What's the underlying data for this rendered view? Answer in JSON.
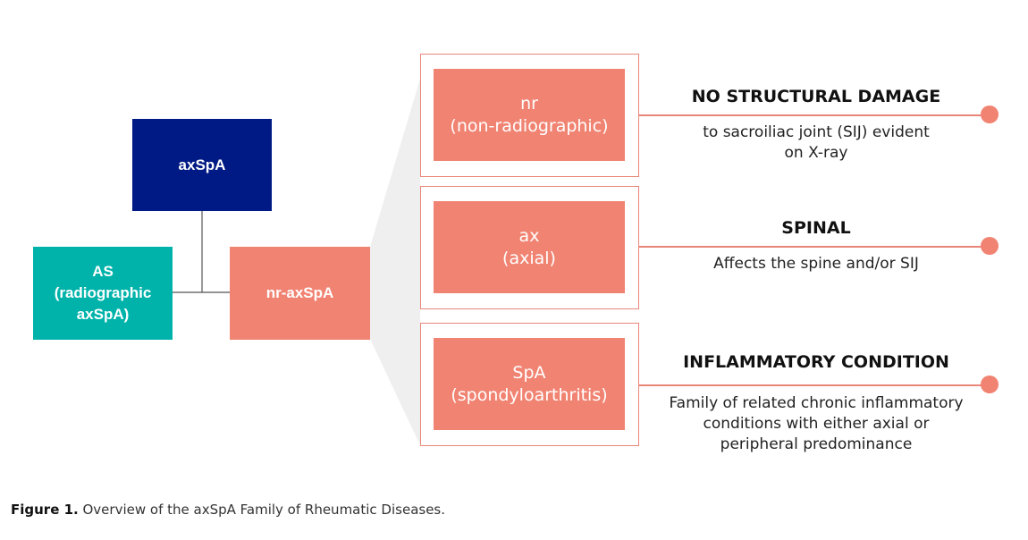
{
  "colors": {
    "navy": "#001a85",
    "teal": "#00b3aa",
    "salmon": "#f18372",
    "salmon_border": "#e8867a",
    "wedge": "#efefef",
    "connector": "#555555"
  },
  "tree": {
    "root": "axSpA",
    "left_child": "AS\n(radiographic\naxSpA)",
    "right_child": "nr-axSpA"
  },
  "breakdown": [
    {
      "term": "nr\n(non-radiographic)",
      "heading": "NO STRUCTURAL DAMAGE",
      "description": "to sacroiliac joint (SIJ) evident\non X-ray"
    },
    {
      "term": "ax\n(axial)",
      "heading": "SPINAL",
      "description": "Affects the spine and/or SIJ"
    },
    {
      "term": "SpA\n(spondyloarthritis)",
      "heading": "INFLAMMATORY CONDITION",
      "description": "Family of related chronic inflammatory\nconditions with either axial or\nperipheral predominance"
    }
  ],
  "caption": {
    "label": "Figure 1.",
    "text": " Overview of the axSpA Family of Rheumatic Diseases."
  }
}
